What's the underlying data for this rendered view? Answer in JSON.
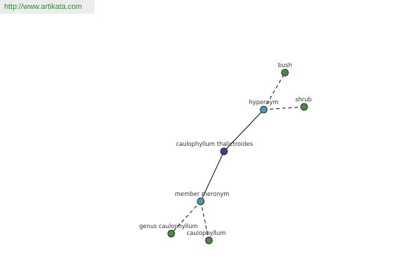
{
  "watermark": {
    "text": "http://www.artikata.com"
  },
  "colors": {
    "center_node": "#3d3f8f",
    "relation_node": "#4e9aa3",
    "leaf_node": "#4a8a47"
  },
  "graph": {
    "center": {
      "id": "caulophyllum-thalictroides",
      "label": "caulophyllum thalictroides"
    },
    "relations": [
      {
        "id": "hypernym",
        "label": "hypernym",
        "children": [
          {
            "id": "bush",
            "label": "bush"
          },
          {
            "id": "shrub",
            "label": "shrub"
          }
        ]
      },
      {
        "id": "member-meronym",
        "label": "member meronym",
        "children": [
          {
            "id": "genus-caulophyllum",
            "label": "genus caulophyllum"
          },
          {
            "id": "caulophyllum",
            "label": "caulophyllum"
          }
        ]
      }
    ]
  }
}
